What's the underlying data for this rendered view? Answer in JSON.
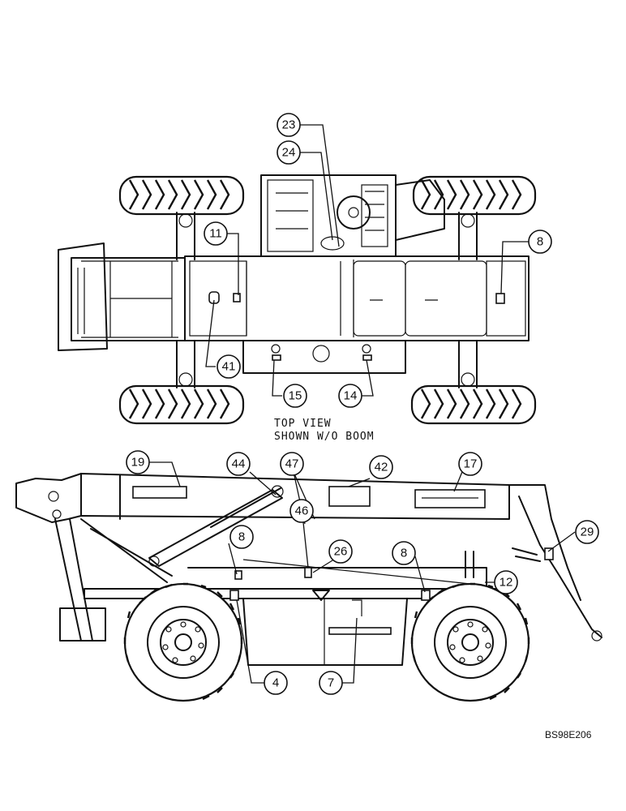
{
  "view_caption_line1": "TOP VIEW",
  "view_caption_line2": "SHOWN W/O BOOM",
  "drawing_code": "BS98E206",
  "callouts": {
    "c23": "23",
    "c24": "24",
    "c11": "11",
    "c8_top": "8",
    "c41": "41",
    "c15": "15",
    "c14": "14",
    "c19": "19",
    "c44": "44",
    "c47": "47",
    "c42": "42",
    "c17": "17",
    "c46": "46",
    "c29": "29",
    "c8_left": "8",
    "c26": "26",
    "c8_right": "8",
    "c12": "12",
    "c4": "4",
    "c7": "7"
  }
}
